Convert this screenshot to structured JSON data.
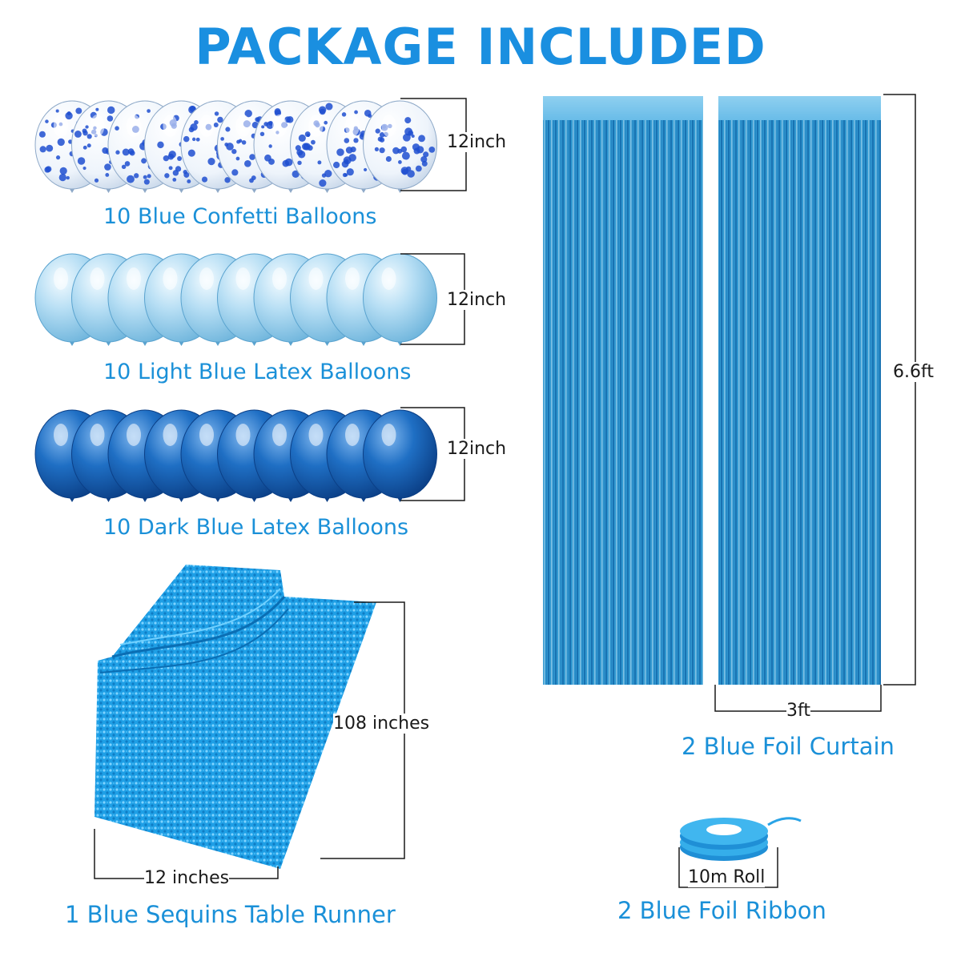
{
  "title": "PACKAGE INCLUDED",
  "items": {
    "confetti": {
      "caption": "10 Blue Confetti Balloons",
      "count": 10,
      "size": "12inch"
    },
    "light_blue": {
      "caption": "10 Light Blue Latex Balloons",
      "count": 10,
      "size": "12inch"
    },
    "dark_blue": {
      "caption": "10 Dark Blue Latex Balloons",
      "count": 10,
      "size": "12inch"
    },
    "curtain": {
      "caption": "2 Blue Foil Curtain",
      "count": 2,
      "height": "6.6ft",
      "width": "3ft"
    },
    "runner": {
      "caption": "1 Blue Sequins Table Runner",
      "length": "108 inches",
      "width": "12 inches"
    },
    "ribbon": {
      "caption": "2 Blue Foil Ribbon",
      "roll": "10m Roll"
    }
  },
  "colors": {
    "title": "#1a8fe0",
    "caption": "#1a90d8",
    "light_balloon": "#a8d6f0",
    "dark_balloon": "#1565b8",
    "confetti_dot": "#1f4fd0",
    "curtain": "#2f9fd8",
    "runner": "#1e9fe6",
    "ribbon": "#29a3e6"
  }
}
